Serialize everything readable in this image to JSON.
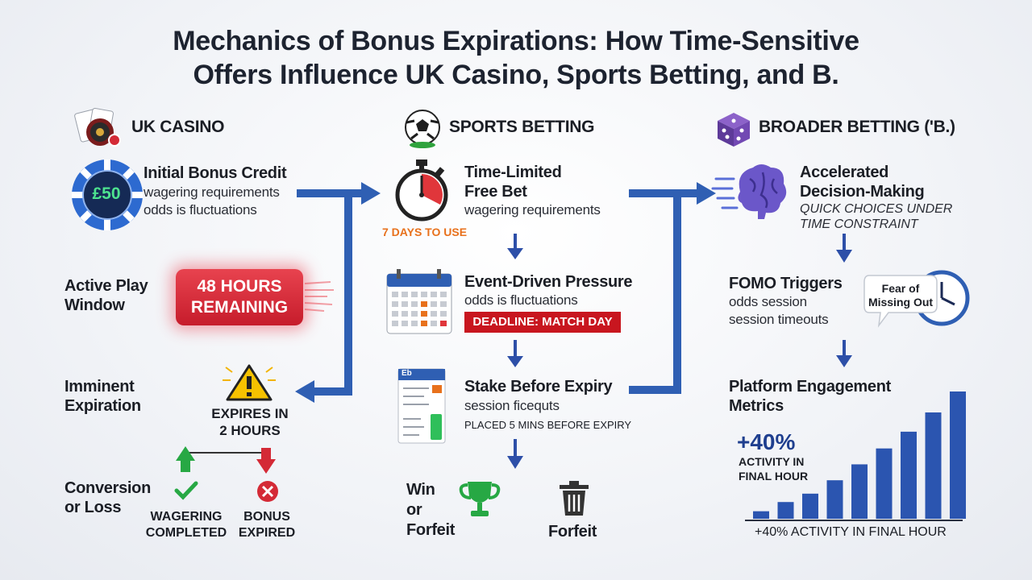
{
  "title": {
    "line1": "Mechanics of Bonus Expirations: How Time-Sensitive",
    "line2": "Offers Influence UK Casino, Sports Betting, and B."
  },
  "colors": {
    "arrow_blue": "#2f5fb3",
    "alert_red": "#d42a36",
    "success_green": "#27a844",
    "accent_orange": "#e8711c",
    "bar_blue": "#2b55b0"
  },
  "columns": {
    "casino": {
      "header": "UK CASINO",
      "icon": "roulette-cards-icon",
      "initial": {
        "chip_label": "£50",
        "title": "Initial Bonus Credit",
        "line1": "wagering requirements",
        "line2": "odds is fluctuations"
      },
      "active": {
        "label_line1": "Active Play",
        "label_line2": "Window",
        "pill_line1": "48 HOURS",
        "pill_line2": "REMAINING"
      },
      "imminent": {
        "label_line1": "Imminent",
        "label_line2": "Expiration",
        "warn_line1": "EXPIRES IN",
        "warn_line2": "2 HOURS"
      },
      "conversion": {
        "label_line1": "Conversion",
        "label_line2": "or Loss",
        "success_line1": "WAGERING",
        "success_line2": "COMPLETED",
        "fail_line1": "BONUS",
        "fail_line2": "EXPIRED"
      }
    },
    "sports": {
      "header": "SPORTS BETTING",
      "icon": "soccer-ball-icon",
      "free_bet": {
        "title_line1": "Time-Limited",
        "title_line2": "Free Bet",
        "line1": "wagering requirements",
        "badge": "7 DAYS TO USE"
      },
      "event": {
        "title": "Event-Driven Pressure",
        "line1": "odds is fluctuations",
        "deadline": "DEADLINE: MATCH DAY"
      },
      "stake": {
        "title": "Stake Before Expiry",
        "line1": "session ficequts",
        "line2": "PLACED 5 MINS BEFORE EXPIRY",
        "slip_label": "Eb"
      },
      "outcome": {
        "win_line1": "Win",
        "win_line2": "or",
        "win_line3": "Forfeit",
        "forfeit": "Forfeit"
      }
    },
    "broader": {
      "header": "BROADER BETTING ('B.)",
      "icon": "dice-icon",
      "decision": {
        "title_line1": "Accelerated",
        "title_line2": "Decision-Making",
        "line1": "QUICK CHOICES UNDER",
        "line2": "TIME CONSTRAINT"
      },
      "fomo": {
        "title": "FOMO Triggers",
        "line1": "odds session",
        "line2": "session timeouts",
        "bubble_line1": "Fear of",
        "bubble_line2": "Missing Out"
      },
      "metrics": {
        "title_line1": "Platform Engagement",
        "title_line2": "Metrics",
        "big_stat": "+40%",
        "stat_line1": "ACTIVITY IN",
        "stat_line2": "FINAL HOUR",
        "caption": "+40% ACTIVITY IN FINAL HOUR"
      }
    }
  },
  "chart_data": {
    "type": "bar",
    "values": [
      9,
      20,
      30,
      46,
      65,
      84,
      104,
      127,
      152
    ]
  }
}
